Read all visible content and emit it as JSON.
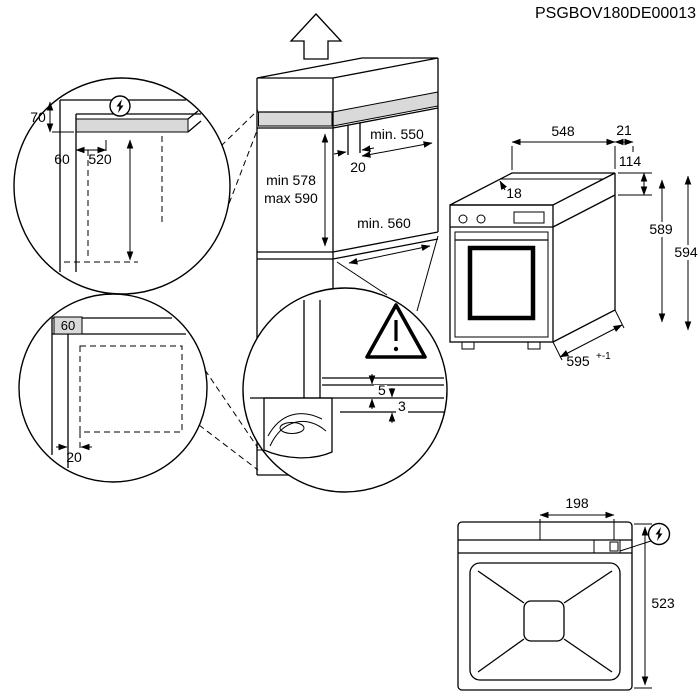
{
  "colors": {
    "line": "#000000",
    "highlight": "#d9d9d9"
  },
  "doc_code": "PSGBOV180DE00013",
  "cabinet_niche": {
    "width": "min. 550",
    "rear_gap": "20",
    "height_min": "min 578",
    "height_max": "max 590",
    "depth": "min. 560"
  },
  "detail_top_left": {
    "top_clearance": "70",
    "front_setback": "60",
    "lower_height": "520"
  },
  "detail_bottom_left": {
    "corner_clearance": "60",
    "front_gap": "20"
  },
  "detail_bottom_center": {
    "upper_gap": "5",
    "lower_gap": "3"
  },
  "oven": {
    "width": "548",
    "rear_trim": "21",
    "top_inset": "18",
    "panel_height": "114",
    "body_height": "589",
    "overall_height": "594",
    "depth": "595",
    "depth_tolerance": "+-1"
  },
  "back_view": {
    "connection_offset": "198",
    "height": "523"
  }
}
